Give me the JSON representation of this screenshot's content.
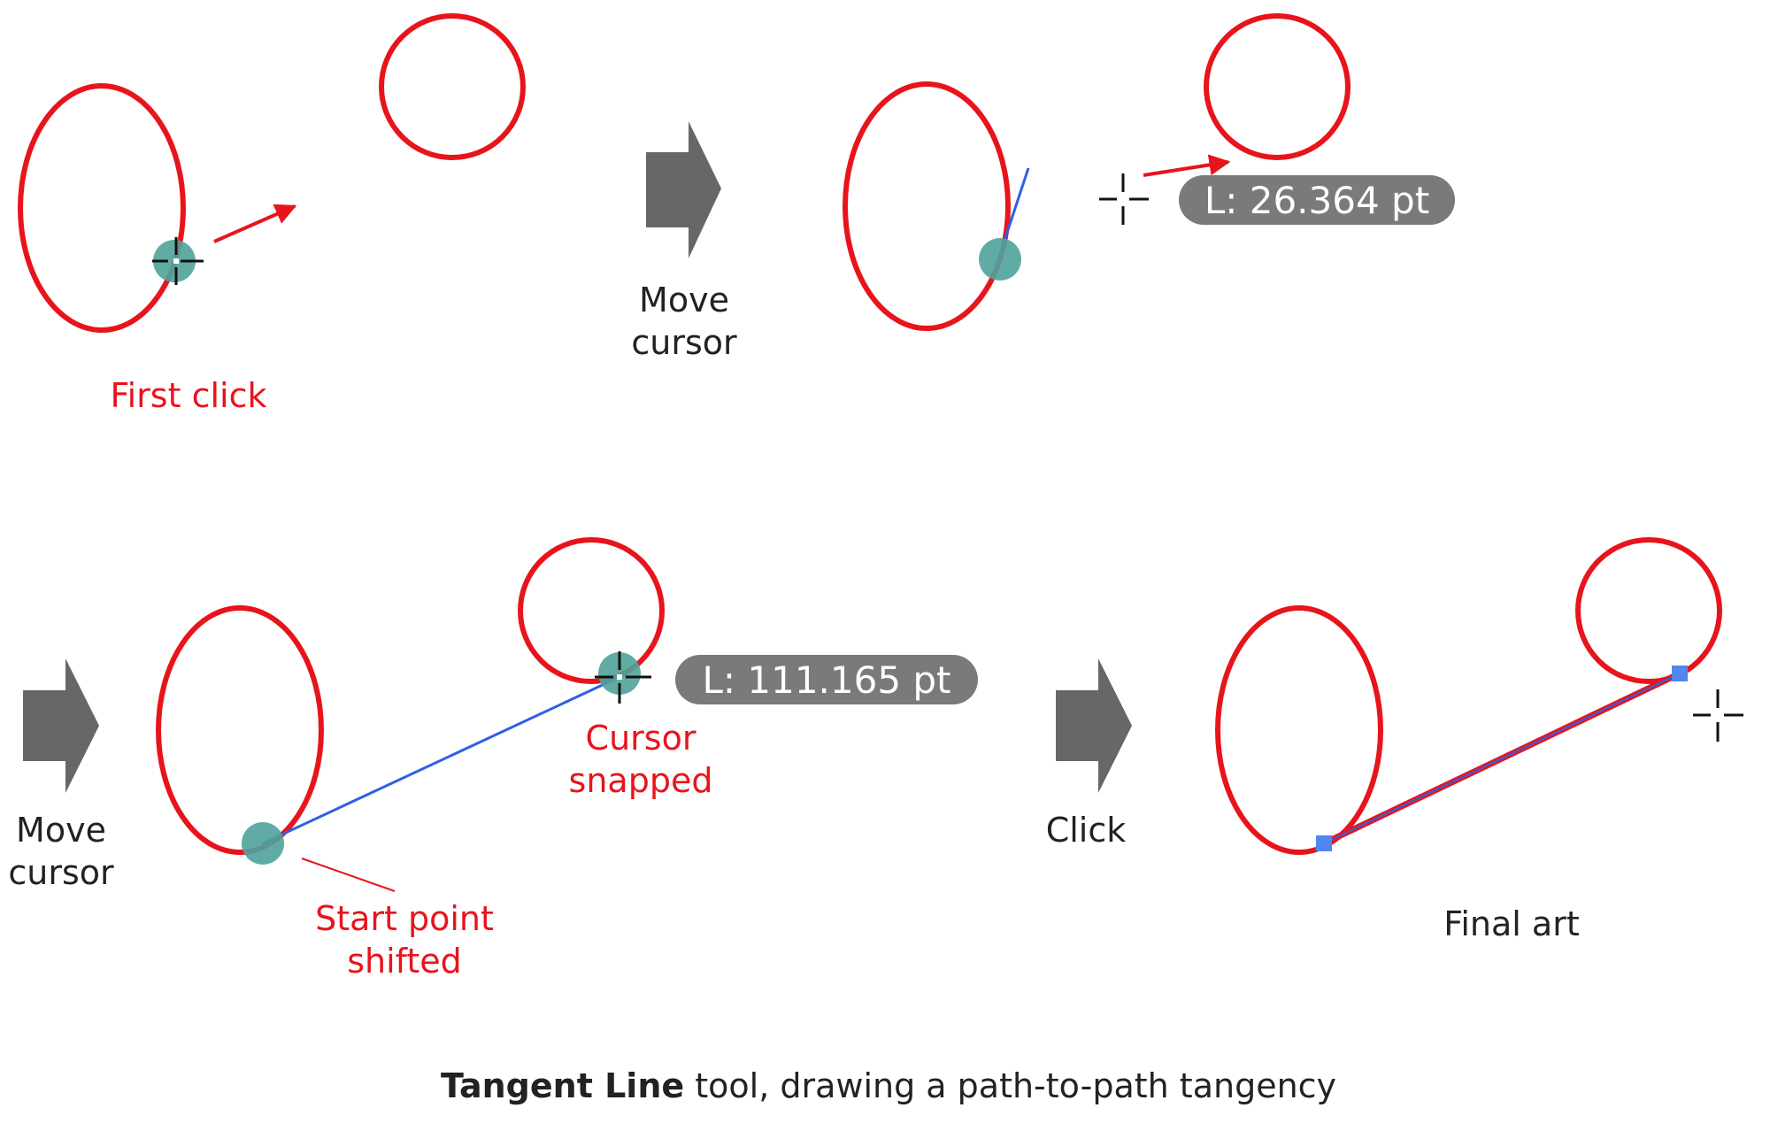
{
  "labels": {
    "first_click": "First click",
    "move_cursor_1_line1": "Move",
    "move_cursor_1_line2": "cursor",
    "move_cursor_2_line1": "Move",
    "move_cursor_2_line2": "cursor",
    "cursor_snapped_line1": "Cursor",
    "cursor_snapped_line2": "snapped",
    "start_shifted_line1": "Start point",
    "start_shifted_line2": "shifted",
    "click": "Click",
    "final_art": "Final art"
  },
  "readouts": {
    "length_1": "L: 26.364 pt",
    "length_2": "L: 111.165 pt"
  },
  "caption": {
    "bold": "Tangent Line",
    "rest": " tool, drawing a path-to-path tangency"
  },
  "colors": {
    "path_red": "#e8141c",
    "guide_blue": "#2f5fe6",
    "snap_teal": "#4fa39b",
    "arrow_gray": "#676767",
    "pill_gray": "#7a7a7a",
    "anchor_blue": "#4f86f0"
  },
  "icons": [
    "crosshair-cursor-icon",
    "step-arrow-icon",
    "direction-arrow-icon",
    "snap-point-icon",
    "anchor-point-icon"
  ]
}
